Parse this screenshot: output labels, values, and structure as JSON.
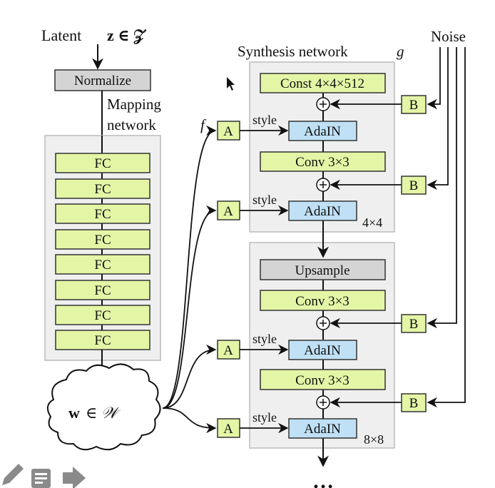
{
  "colors": {
    "layer_green": "#e4f5a6",
    "adain_blue": "#bfe0f5",
    "gray_box": "#d4d4d4",
    "panel_gray": "#efefef",
    "toolbar_gray": "#8a8a8a"
  },
  "latent_label": "Latent",
  "latent_math": "z ∈ 𝒵",
  "normalize": "Normalize",
  "mapping_label_1": "Mapping",
  "mapping_label_2": "network",
  "mapping_f": "f",
  "fc_layers": [
    "FC",
    "FC",
    "FC",
    "FC",
    "FC",
    "FC",
    "FC",
    "FC"
  ],
  "w_label": "w",
  "w_math": "∈ 𝒲",
  "synthesis_label": "Synthesis network",
  "synthesis_g": "g",
  "noise_label": "Noise",
  "const": "Const 4×4×512",
  "upsample": "Upsample",
  "conv": "Conv 3×3",
  "adain": "AdaIN",
  "style": "style",
  "a_label": "A",
  "b_label": "B",
  "res_4": "4×4",
  "res_8": "8×8",
  "ellipsis": "…",
  "toolbar_icons": [
    "pencil-icon",
    "note-icon",
    "arrow-right-icon"
  ]
}
